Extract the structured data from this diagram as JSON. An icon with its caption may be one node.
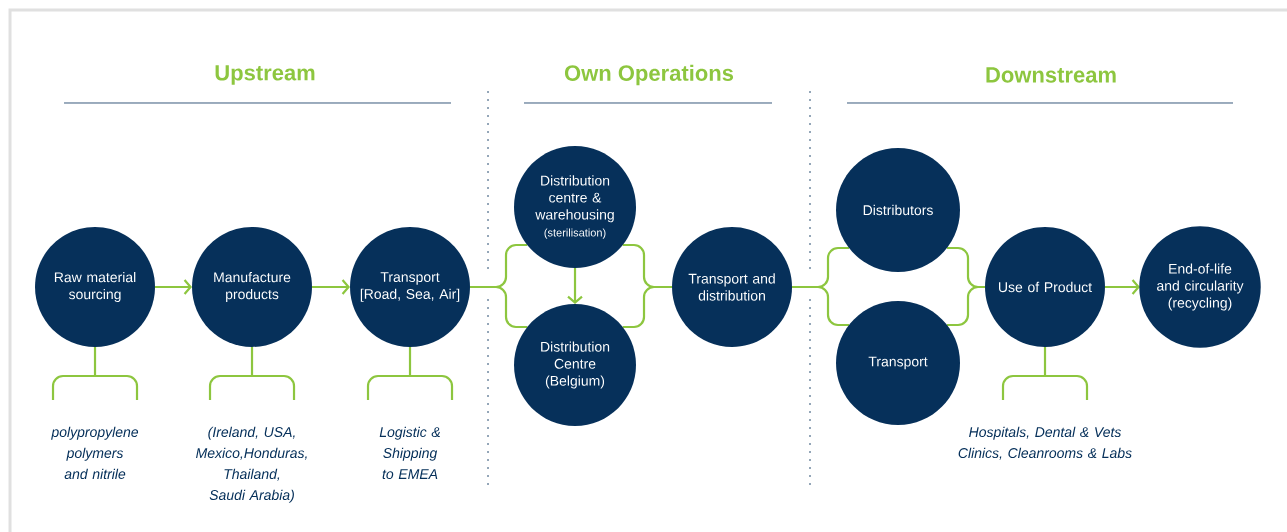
{
  "diagram": {
    "nodes": [
      {
        "text": [
          "Raw material sourcing"
        ]
      },
      {
        "text": [
          "Manufacture products"
        ]
      },
      {
        "text": [
          "Transport [Road, Sea, Air]"
        ]
      },
      {
        "text": [
          "Distribution centre & warehousing",
          "(sterilisation)"
        ]
      },
      {
        "text": [
          "Distribution Centre (Belgium)"
        ]
      },
      {
        "text": [
          "Transport and distribution"
        ]
      },
      {
        "text": [
          "Distributors"
        ]
      },
      {
        "text": [
          "Transport"
        ]
      },
      {
        "text": [
          "Use of Product"
        ]
      },
      {
        "text": [
          "End-of-life and circularity (recycling)"
        ]
      },
      {
        "text": [
          "polypropylene polymers and nitrile"
        ]
      },
      {
        "text": [
          "(Ireland, USA, Mexico,Honduras, Thailand, Saudi Arabia)"
        ]
      },
      {
        "text": [
          "Logistic & Shipping to EMEA"
        ]
      },
      {
        "text": [
          "Hospitals, Dental & Vets Clinics, Cleanrooms & Labs"
        ]
      }
    ],
    "edges": [
      {
        "from": 0,
        "to": 1,
        "arrow": "to"
      },
      {
        "from": 1,
        "to": 2,
        "arrow": "to"
      },
      {
        "from": 2,
        "to": 3,
        "arrow": "none"
      },
      {
        "from": 2,
        "to": 4,
        "arrow": "none"
      },
      {
        "from": 3,
        "to": 4,
        "arrow": "to"
      },
      {
        "from": 3,
        "to": 5,
        "arrow": "none"
      },
      {
        "from": 4,
        "to": 5,
        "arrow": "none"
      },
      {
        "from": 5,
        "to": 6,
        "arrow": "none"
      },
      {
        "from": 5,
        "to": 7,
        "arrow": "none"
      },
      {
        "from": 6,
        "to": 8,
        "arrow": "none"
      },
      {
        "from": 7,
        "to": 8,
        "arrow": "none"
      },
      {
        "from": 8,
        "to": 9,
        "arrow": "to"
      },
      {
        "from": 0,
        "to": 10,
        "arrow": "none"
      },
      {
        "from": 1,
        "to": 11,
        "arrow": "none"
      },
      {
        "from": 2,
        "to": 12,
        "arrow": "none"
      },
      {
        "from": 8,
        "to": 13,
        "arrow": "none"
      }
    ],
    "labels": [
      "Upstream",
      "Own Operations",
      "Downstream"
    ]
  }
}
